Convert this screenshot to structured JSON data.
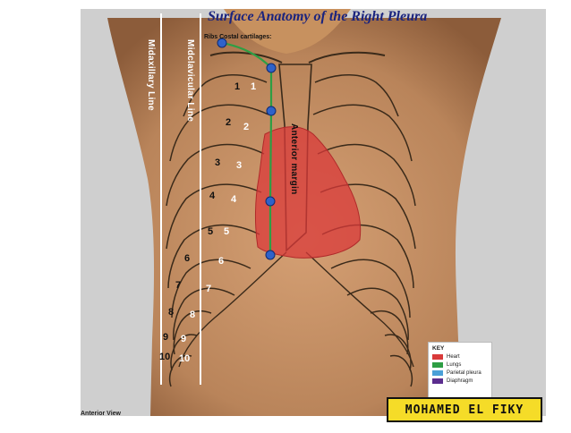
{
  "title": "Surface Anatomy of the Right Pleura",
  "labels": {
    "midaxillary": "Midaxillary Line",
    "midclavicular": "Midclavicular Line",
    "anterior_margin": "Anterior margin",
    "ribs": "Ribs",
    "costal_cartilages": "Costal cartilages:",
    "anterior_view": "Anterior View"
  },
  "rib_numbers_right": [
    "1",
    "2",
    "3",
    "4",
    "5",
    "6",
    "7",
    "8",
    "9",
    "10"
  ],
  "rib_numbers_left": [
    "1",
    "2",
    "3",
    "4",
    "5",
    "6",
    "7",
    "8",
    "9",
    "10"
  ],
  "key": {
    "title": "KEY",
    "items": [
      {
        "label": "Heart",
        "color": "#d93a3a"
      },
      {
        "label": "Lungs",
        "color": "#2e9e44"
      },
      {
        "label": "Parietal pleura",
        "color": "#4aa0d8"
      },
      {
        "label": "Diaphragm",
        "color": "#5b2d8e"
      }
    ]
  },
  "author": "MOHAMED EL FIKY",
  "colors": {
    "skin": "#c08a5f",
    "heart": "#d93a3a",
    "lung_line": "#2e9e44",
    "marker": "#2f62c9",
    "rib": "#3a2a1a"
  }
}
